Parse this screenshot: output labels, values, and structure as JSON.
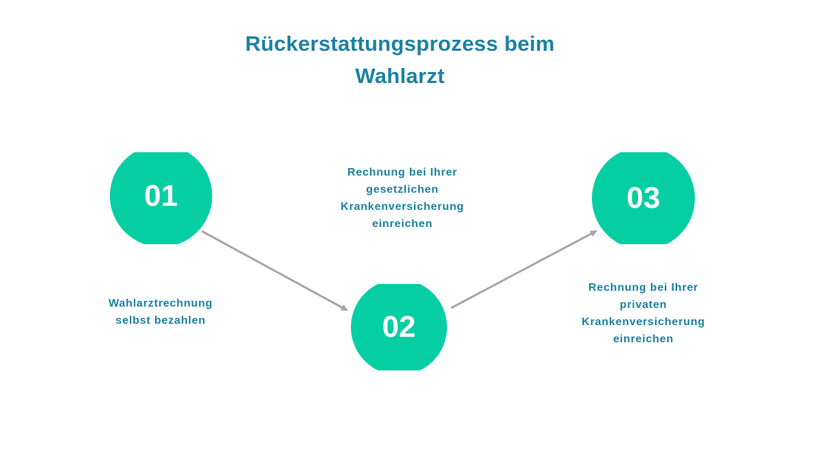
{
  "title": [
    "Rückerstattungsprozess beim",
    "Wahlarzt"
  ],
  "steps": [
    {
      "number": "01",
      "text": [
        "Wahlarztrechnung",
        "selbst bezahlen"
      ]
    },
    {
      "number": "02",
      "text": [
        "Rechnung bei Ihrer",
        "gesetzlichen",
        "Krankenversicherung",
        "einreichen"
      ]
    },
    {
      "number": "03",
      "text": [
        "Rechnung bei Ihrer",
        "privaten",
        "Krankenversicherung",
        "einreichen"
      ]
    }
  ],
  "colors": {
    "circle": "#06cea3",
    "text": "#1c82a1",
    "arrow": "#a6a6a6"
  }
}
